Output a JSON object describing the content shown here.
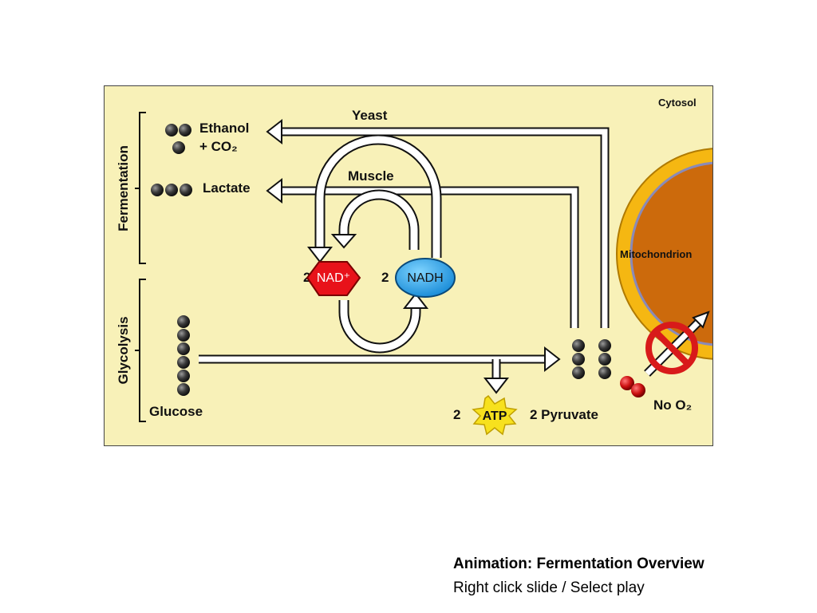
{
  "diagram": {
    "labels": {
      "cytosol": "Cytosol",
      "mitochondrion": "Mitochondrion",
      "yeast": "Yeast",
      "muscle": "Muscle",
      "ethanol": "Ethanol",
      "co2": "+ CO₂",
      "lactate": "Lactate",
      "fermentation": "Fermentation",
      "glycolysis": "Glycolysis",
      "glucose": "Glucose",
      "atp_count": "2",
      "atp": "ATP",
      "pyruvate": "2 Pyruvate",
      "nad_count": "2",
      "nad": "NAD⁺",
      "nadh_count": "2",
      "nadh": "NADH",
      "no_o2": "No O₂"
    },
    "colors": {
      "background": "#f8f1b8",
      "nad": "#e8121a",
      "nadh": "#1aa3e8",
      "atp": "#f7e11e",
      "mitochondrion_outer": "#f5b712",
      "mitochondrion_inner": "#cc6a0c",
      "no_symbol": "#d81a1a",
      "oxygen": "#cc1111",
      "molecule": "#333333"
    }
  },
  "caption": {
    "title": "Animation: Fermentation Overview",
    "hint": "Right click slide / Select play"
  }
}
